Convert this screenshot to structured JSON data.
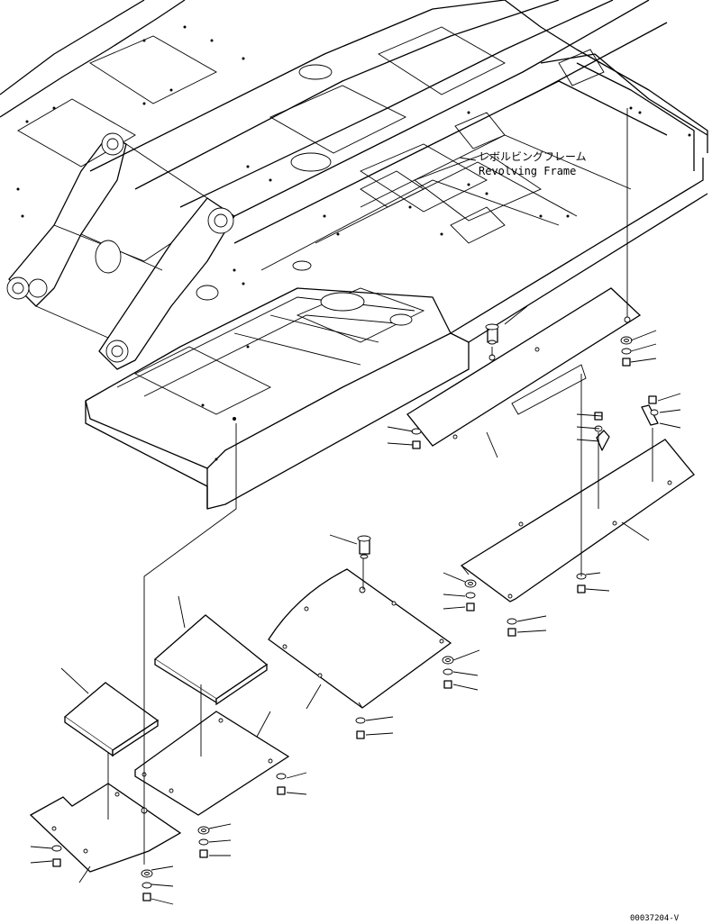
{
  "labels": {
    "frame_jp": "レボルビングフレーム",
    "frame_en": "Revolving Frame",
    "drawing_code": "00037204-V"
  }
}
